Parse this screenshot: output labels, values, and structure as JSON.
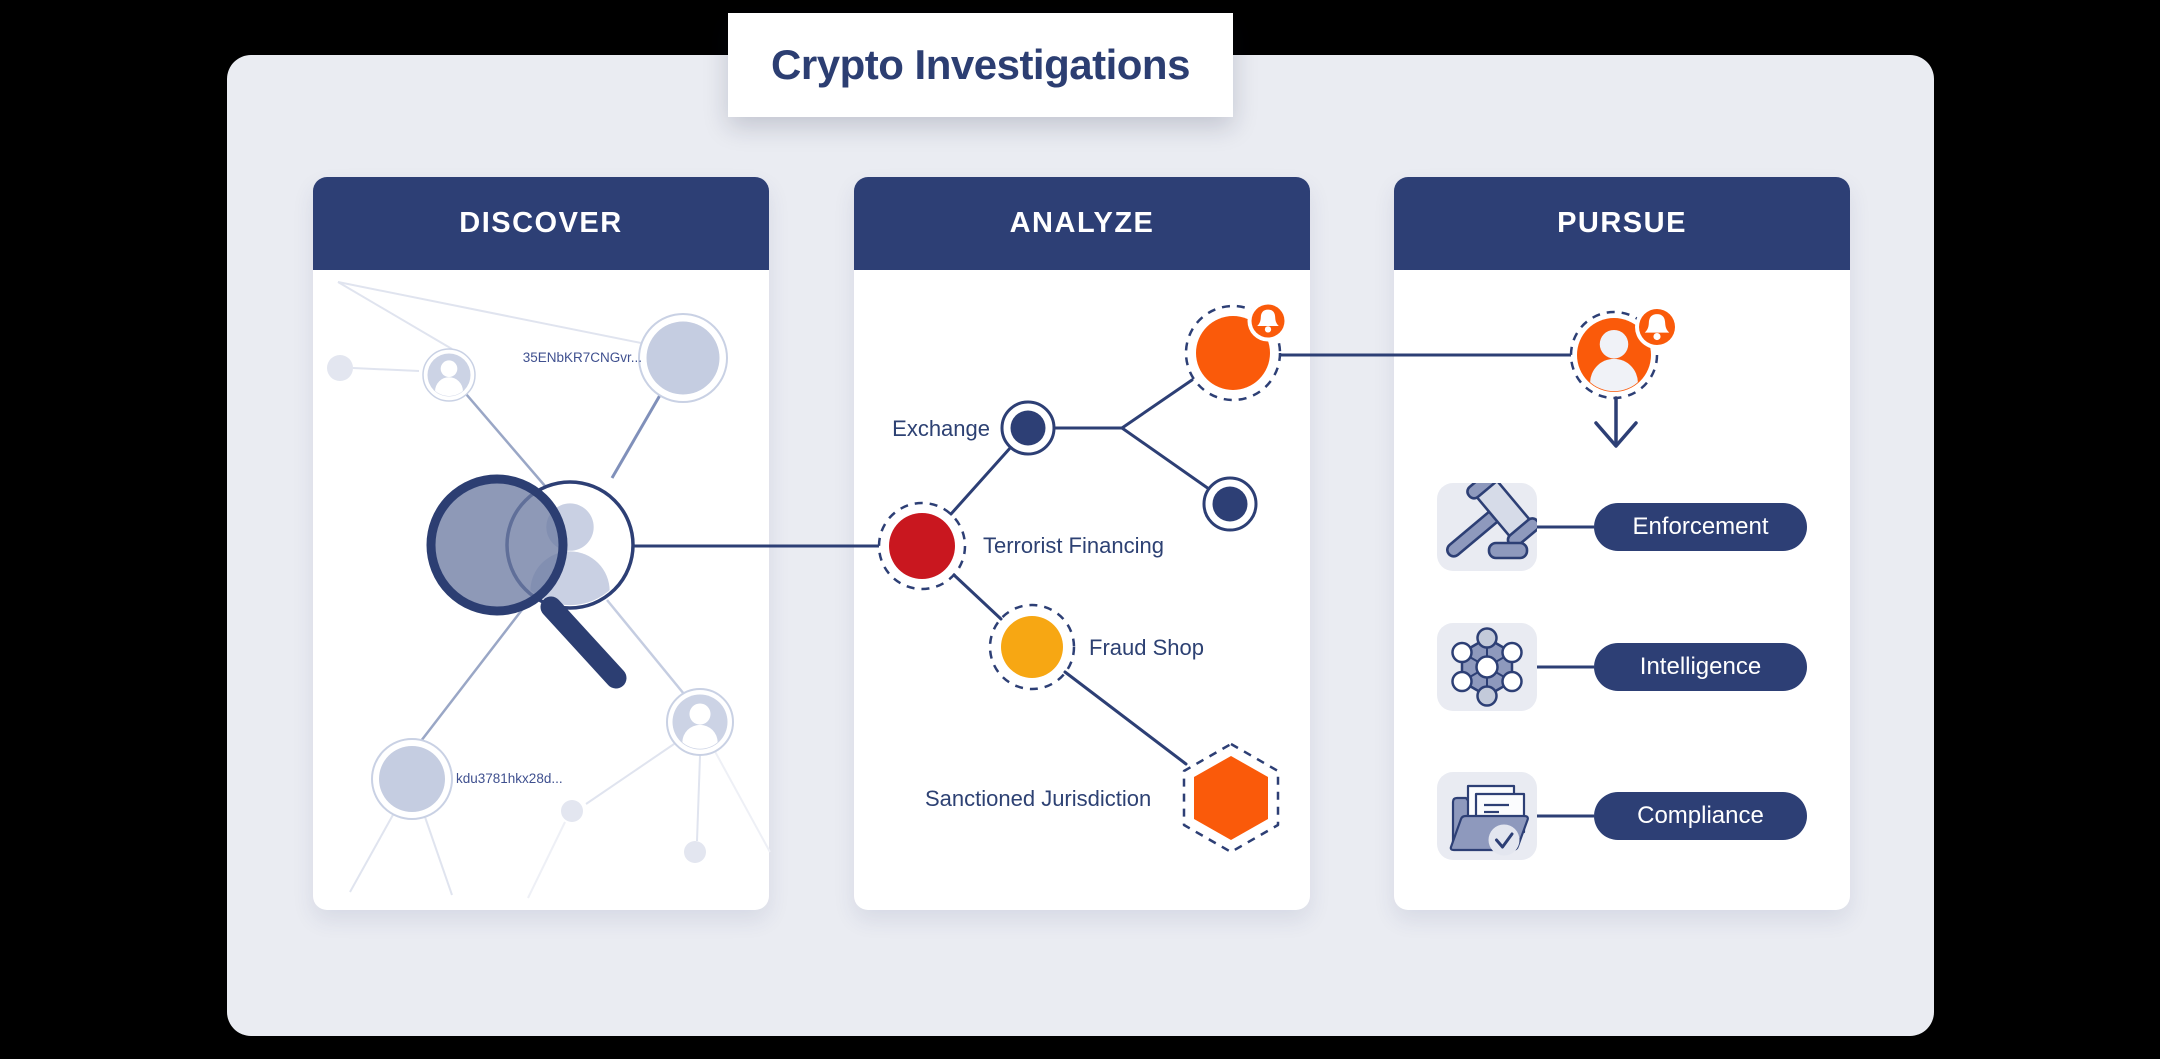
{
  "title": "Crypto Investigations",
  "panels": {
    "discover": {
      "header": "DISCOVER",
      "wallet_labels": {
        "top": "35ENbKR7CNGvr...",
        "bottom": "kdu3781hkx28d..."
      },
      "icons": [
        "magnifier-icon",
        "person-icon"
      ]
    },
    "analyze": {
      "header": "ANALYZE",
      "labels": {
        "exchange": "Exchange",
        "terrorist_financing": "Terrorist Financing",
        "fraud_shop": "Fraud Shop",
        "sanctioned_jurisdiction": "Sanctioned Jurisdiction"
      },
      "icons": [
        "alert-bell-icon",
        "hexagon-node-icon"
      ]
    },
    "pursue": {
      "header": "PURSUE",
      "outcomes": [
        {
          "label": "Enforcement",
          "icon": "gavel-icon"
        },
        {
          "label": "Intelligence",
          "icon": "network-graph-icon"
        },
        {
          "label": "Compliance",
          "icon": "folder-check-icon"
        }
      ],
      "icons": [
        "person-alert-icon",
        "down-arrow-icon"
      ]
    }
  },
  "colors": {
    "navy": "#2d3f75",
    "orange": "#fa5a0a",
    "red": "#c9171f",
    "amber": "#f7a713",
    "canvas_bg": "#eaecf2",
    "node_gray": "#c5cde1",
    "icon_slate": "#8e99bd",
    "tile_bg": "#e9ebf2"
  }
}
